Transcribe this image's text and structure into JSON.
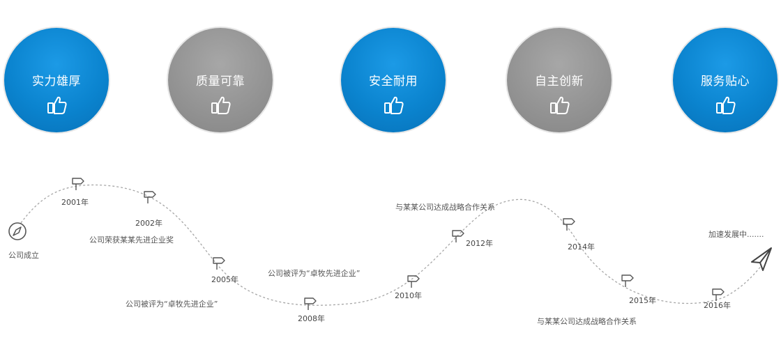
{
  "features": [
    {
      "label": "实力雄厚",
      "color": "blue",
      "icon": "thumbs-up-icon"
    },
    {
      "label": "质量可靠",
      "color": "gray",
      "icon": "thumbs-up-icon"
    },
    {
      "label": "安全耐用",
      "color": "blue",
      "icon": "thumbs-up-icon"
    },
    {
      "label": "自主创新",
      "color": "gray",
      "icon": "thumbs-up-icon"
    },
    {
      "label": "服务贴心",
      "color": "blue",
      "icon": "thumbs-up-icon"
    }
  ],
  "colors": {
    "blue": "#0b84cf",
    "gray": "#949494",
    "line": "#a6a6a6",
    "text": "#555555"
  },
  "timeline": {
    "start_label": "公司成立",
    "end_label": "加速发展中.......",
    "milestones": [
      {
        "year": "2001年"
      },
      {
        "year": "2002年",
        "event": "公司荣获某某先进企业奖"
      },
      {
        "year": "2005年",
        "event": "公司被评为“卓牧先进企业”"
      },
      {
        "year": "2008年"
      },
      {
        "year": "2010年",
        "event": "公司被评为“卓牧先进企业”"
      },
      {
        "year": "2012年",
        "event": "与某某公司达成战略合作关系"
      },
      {
        "year": "2014年"
      },
      {
        "year": "2015年",
        "event": "与某某公司达成战略合作关系"
      },
      {
        "year": "2016年"
      }
    ]
  }
}
